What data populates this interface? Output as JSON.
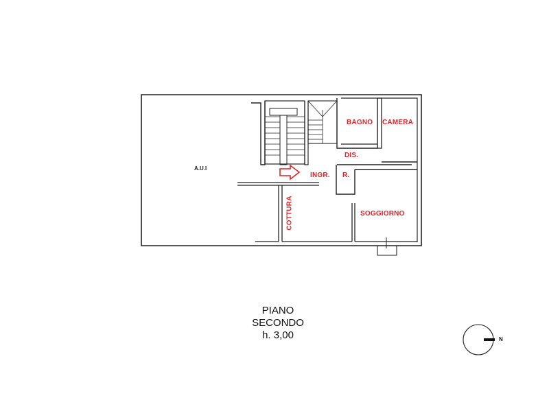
{
  "floor_plan": {
    "title": "PIANO SECONDO",
    "height_label": "h. 3,00",
    "areas": {
      "aui": "A.U.I",
      "bagno": "BAGNO",
      "camera": "CAMERA",
      "dis": "DIS.",
      "ingr": "INGR.",
      "r": "R.",
      "cottura": "COTTURA",
      "soggiorno": "SOGGIORNO"
    },
    "compass": {
      "label": "N",
      "icon": "north-arrow-icon"
    },
    "entrance_arrow": {
      "icon": "entrance-arrow-icon",
      "color": "#d9262c"
    },
    "colors": {
      "labels": "#d9262c",
      "walls": "#222222"
    }
  }
}
